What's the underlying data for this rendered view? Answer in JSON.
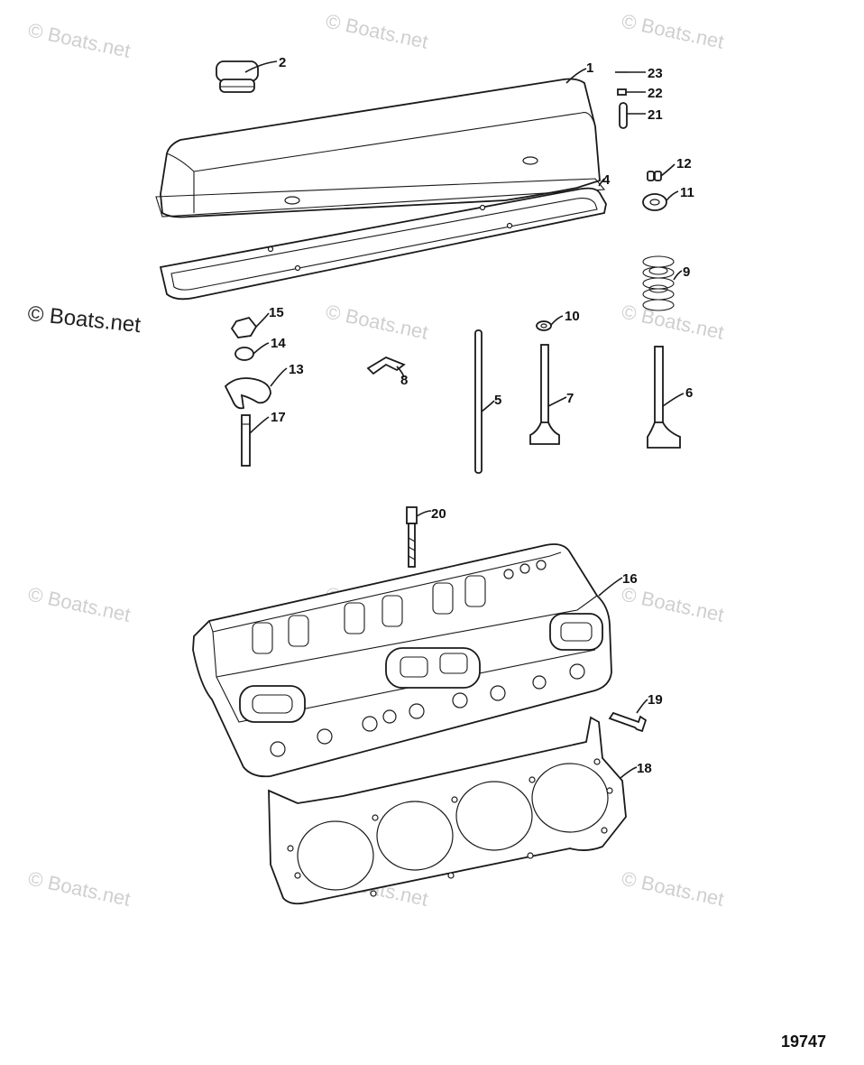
{
  "figure_number": "19747",
  "watermarks": {
    "main": "© Boats.net",
    "faint": "© Boats.net"
  },
  "callouts": [
    {
      "id": "c1",
      "text": "1"
    },
    {
      "id": "c2",
      "text": "2"
    },
    {
      "id": "c4",
      "text": "4"
    },
    {
      "id": "c5",
      "text": "5"
    },
    {
      "id": "c6",
      "text": "6"
    },
    {
      "id": "c7",
      "text": "7"
    },
    {
      "id": "c8",
      "text": "8"
    },
    {
      "id": "c9",
      "text": "9"
    },
    {
      "id": "c10",
      "text": "10"
    },
    {
      "id": "c11",
      "text": "11"
    },
    {
      "id": "c12",
      "text": "12"
    },
    {
      "id": "c13",
      "text": "13"
    },
    {
      "id": "c14",
      "text": "14"
    },
    {
      "id": "c15",
      "text": "15"
    },
    {
      "id": "c16",
      "text": "16"
    },
    {
      "id": "c17",
      "text": "17"
    },
    {
      "id": "c18",
      "text": "18"
    },
    {
      "id": "c19",
      "text": "19"
    },
    {
      "id": "c20",
      "text": "20"
    },
    {
      "id": "c21",
      "text": "21"
    },
    {
      "id": "c22",
      "text": "22"
    },
    {
      "id": "c23",
      "text": "23"
    }
  ]
}
